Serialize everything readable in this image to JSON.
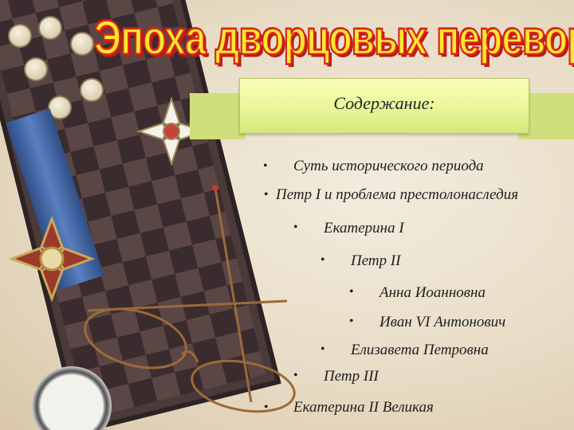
{
  "title": "Эпоха дворцовых переворотов",
  "banner": {
    "heading": "Содержание:"
  },
  "bullet_char": "•",
  "contents": [
    {
      "label": "Суть исторического периода"
    },
    {
      "label": "Петр I и проблема престолонаследия"
    },
    {
      "label": "Екатерина I"
    },
    {
      "label": "Петр II"
    },
    {
      "label": "Анна  Иоанновна"
    },
    {
      "label": "Иван VI Антонович"
    },
    {
      "label": "Елизавета Петровна"
    },
    {
      "label": "Петр III"
    },
    {
      "label": "Екатерина II Великая"
    }
  ],
  "colors": {
    "title_fill": "#ffe82b",
    "title_outline": "#d8231b",
    "banner": "#eaf69a",
    "text": "#1e1e1e"
  }
}
